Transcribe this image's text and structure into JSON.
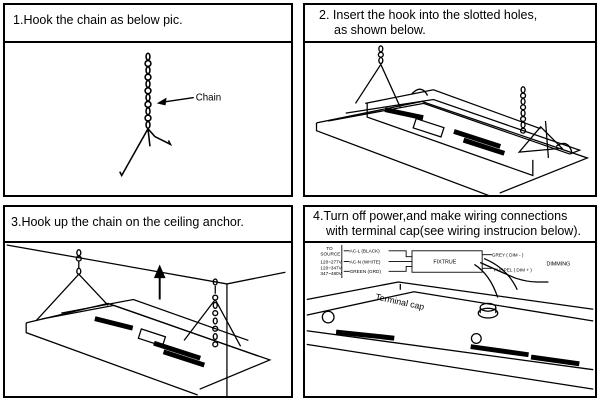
{
  "steps": [
    {
      "number": "1.",
      "title_lines": [
        "Hook the chain as below pic."
      ]
    },
    {
      "number": "2.",
      "title_lines": [
        "Insert the hook into the slotted holes,",
        "as shown below."
      ]
    },
    {
      "number": "3.",
      "title_lines": [
        "Hook up the chain on the ceiling anchor."
      ]
    },
    {
      "number": "4.",
      "title_lines": [
        "Turn off power,and make wiring connections",
        "with terminal cap(see wiring instrucion below)."
      ]
    }
  ],
  "step1_figure": {
    "chain_label": "Chain"
  },
  "step4_figure": {
    "to_source_lines": [
      "TO",
      "SOURCE",
      "120~277V",
      "120~347V",
      "347~480V"
    ],
    "wires_left": [
      "AC-L (BLACK)",
      "AC-N (WHITE)",
      "GREEN (GRD)"
    ],
    "fixture_label": "FIXTRUE",
    "wires_right": [
      "GREY ( DIM - )",
      "PURPEL ( DIM + )"
    ],
    "dimming_label": "DIMMING",
    "terminal_cap_label": "Terminal cap"
  }
}
